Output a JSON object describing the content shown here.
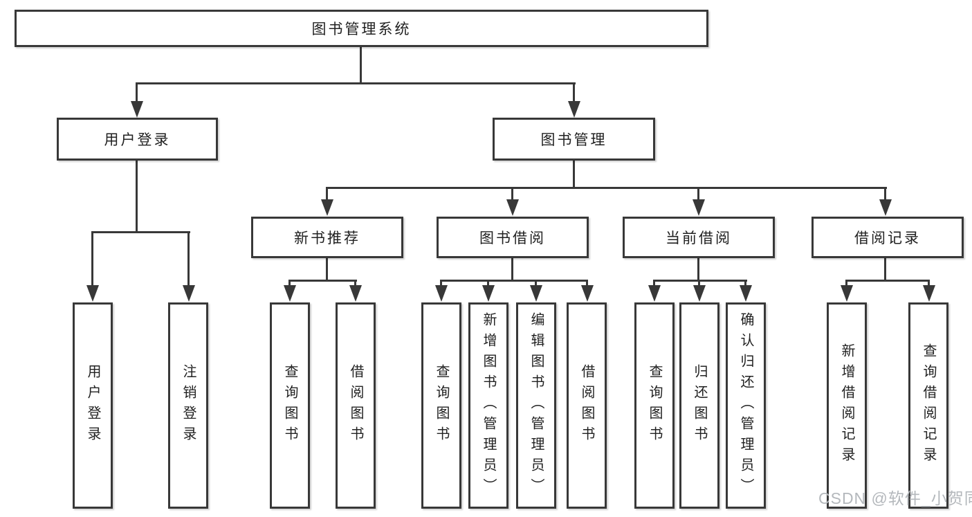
{
  "tree": {
    "root": {
      "label": "图书管理系统"
    },
    "children": [
      {
        "label": "用户登录",
        "children": [
          {
            "label": "用户登录"
          },
          {
            "label": "注销登录"
          }
        ]
      },
      {
        "label": "图书管理",
        "children": [
          {
            "label": "新书推荐",
            "children": [
              {
                "label": "查询图书"
              },
              {
                "label": "借阅图书"
              }
            ]
          },
          {
            "label": "图书借阅",
            "children": [
              {
                "label": "查询图书"
              },
              {
                "label": "新增图书（管理员）"
              },
              {
                "label": "编辑图书（管理员）"
              },
              {
                "label": "借阅图书"
              }
            ]
          },
          {
            "label": "当前借阅",
            "children": [
              {
                "label": "查询图书"
              },
              {
                "label": "归还图书"
              },
              {
                "label": "确认归还（管理员）"
              }
            ]
          },
          {
            "label": "借阅记录",
            "children": [
              {
                "label": "新增借阅记录"
              },
              {
                "label": "查询借阅记录"
              }
            ]
          }
        ]
      }
    ]
  },
  "watermark": {
    "text": "CSDN @软件_小贺同学"
  },
  "colors": {
    "line": "#383838",
    "text": "#212121",
    "watermark": "#b4b8bc",
    "background": "#ffffff"
  }
}
